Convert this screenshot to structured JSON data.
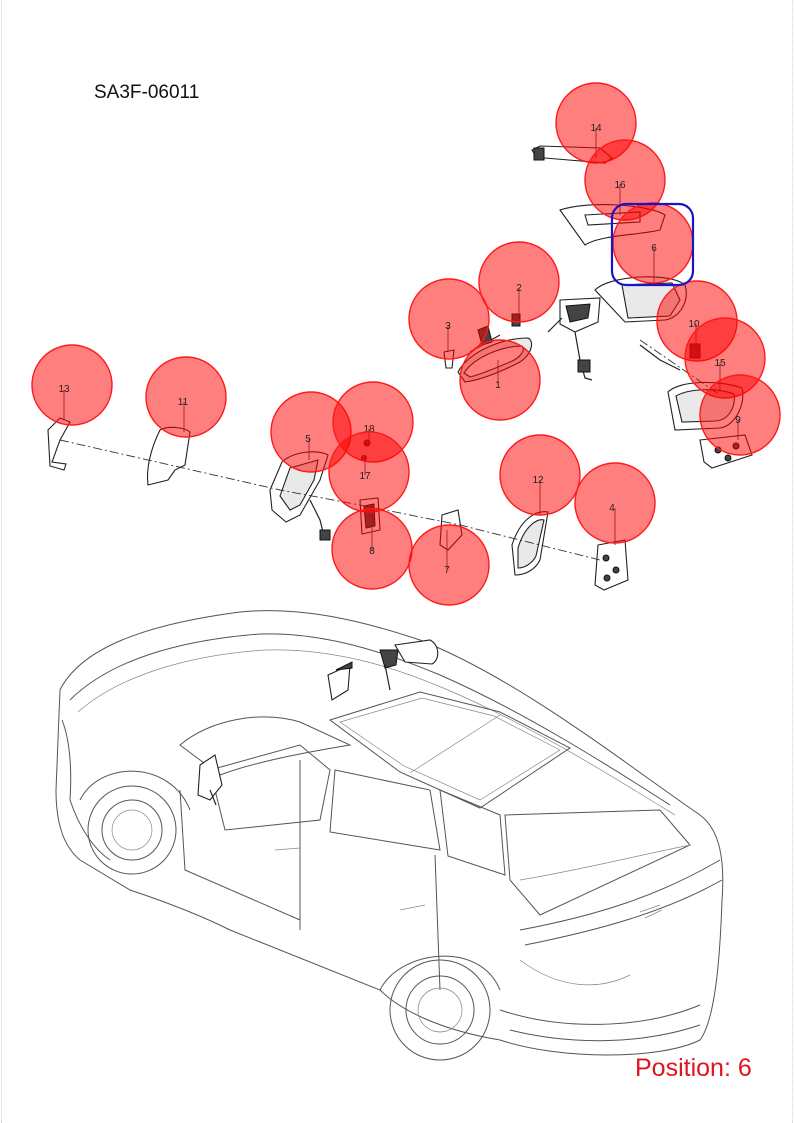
{
  "diagram": {
    "code": "SA3F-06011",
    "position_label": "Position: 6",
    "selected_callout": "6",
    "colors": {
      "callout_fill": "#ff000080",
      "callout_stroke": "#ff1a1a",
      "selection_box": "#1a14c8",
      "position_text": "#e0141e"
    }
  },
  "callouts": [
    {
      "label": "14"
    },
    {
      "label": "16"
    },
    {
      "label": "6"
    },
    {
      "label": "2"
    },
    {
      "label": "3"
    },
    {
      "label": "1"
    },
    {
      "label": "10"
    },
    {
      "label": "15"
    },
    {
      "label": "9"
    },
    {
      "label": "13"
    },
    {
      "label": "11"
    },
    {
      "label": "5"
    },
    {
      "label": "18"
    },
    {
      "label": "17"
    },
    {
      "label": "8"
    },
    {
      "label": "7"
    },
    {
      "label": "12"
    },
    {
      "label": "4"
    }
  ]
}
